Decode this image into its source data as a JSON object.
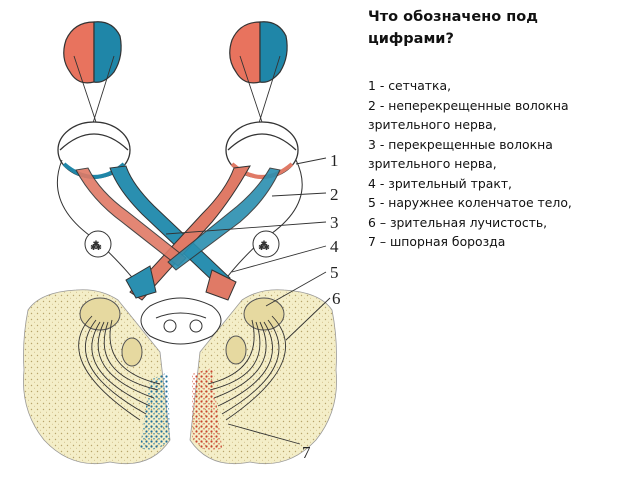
{
  "question": "Что обозначено под цифрами?",
  "answers": [
    "1 - сетчатка,",
    "2 - неперекрещенные волокна зрительного нерва,",
    "3 - перекрещенные волокна зрительного нерва,",
    "4 - зрительный тракт,",
    "5 - наружнее коленчатое тело,",
    "6 – зрительная лучистость,",
    "7 – шпорная борозда"
  ],
  "diagram": {
    "labels": [
      "1",
      "2",
      "3",
      "4",
      "5",
      "6",
      "7"
    ],
    "colors": {
      "left_field": "#e8735e",
      "right_field": "#1f86a8",
      "nerve_red": "#e07a66",
      "nerve_blue": "#2a8fb0",
      "cortex_tint": "#f4eec8",
      "nucleus": "#e6d9a0",
      "line": "#333333"
    }
  }
}
